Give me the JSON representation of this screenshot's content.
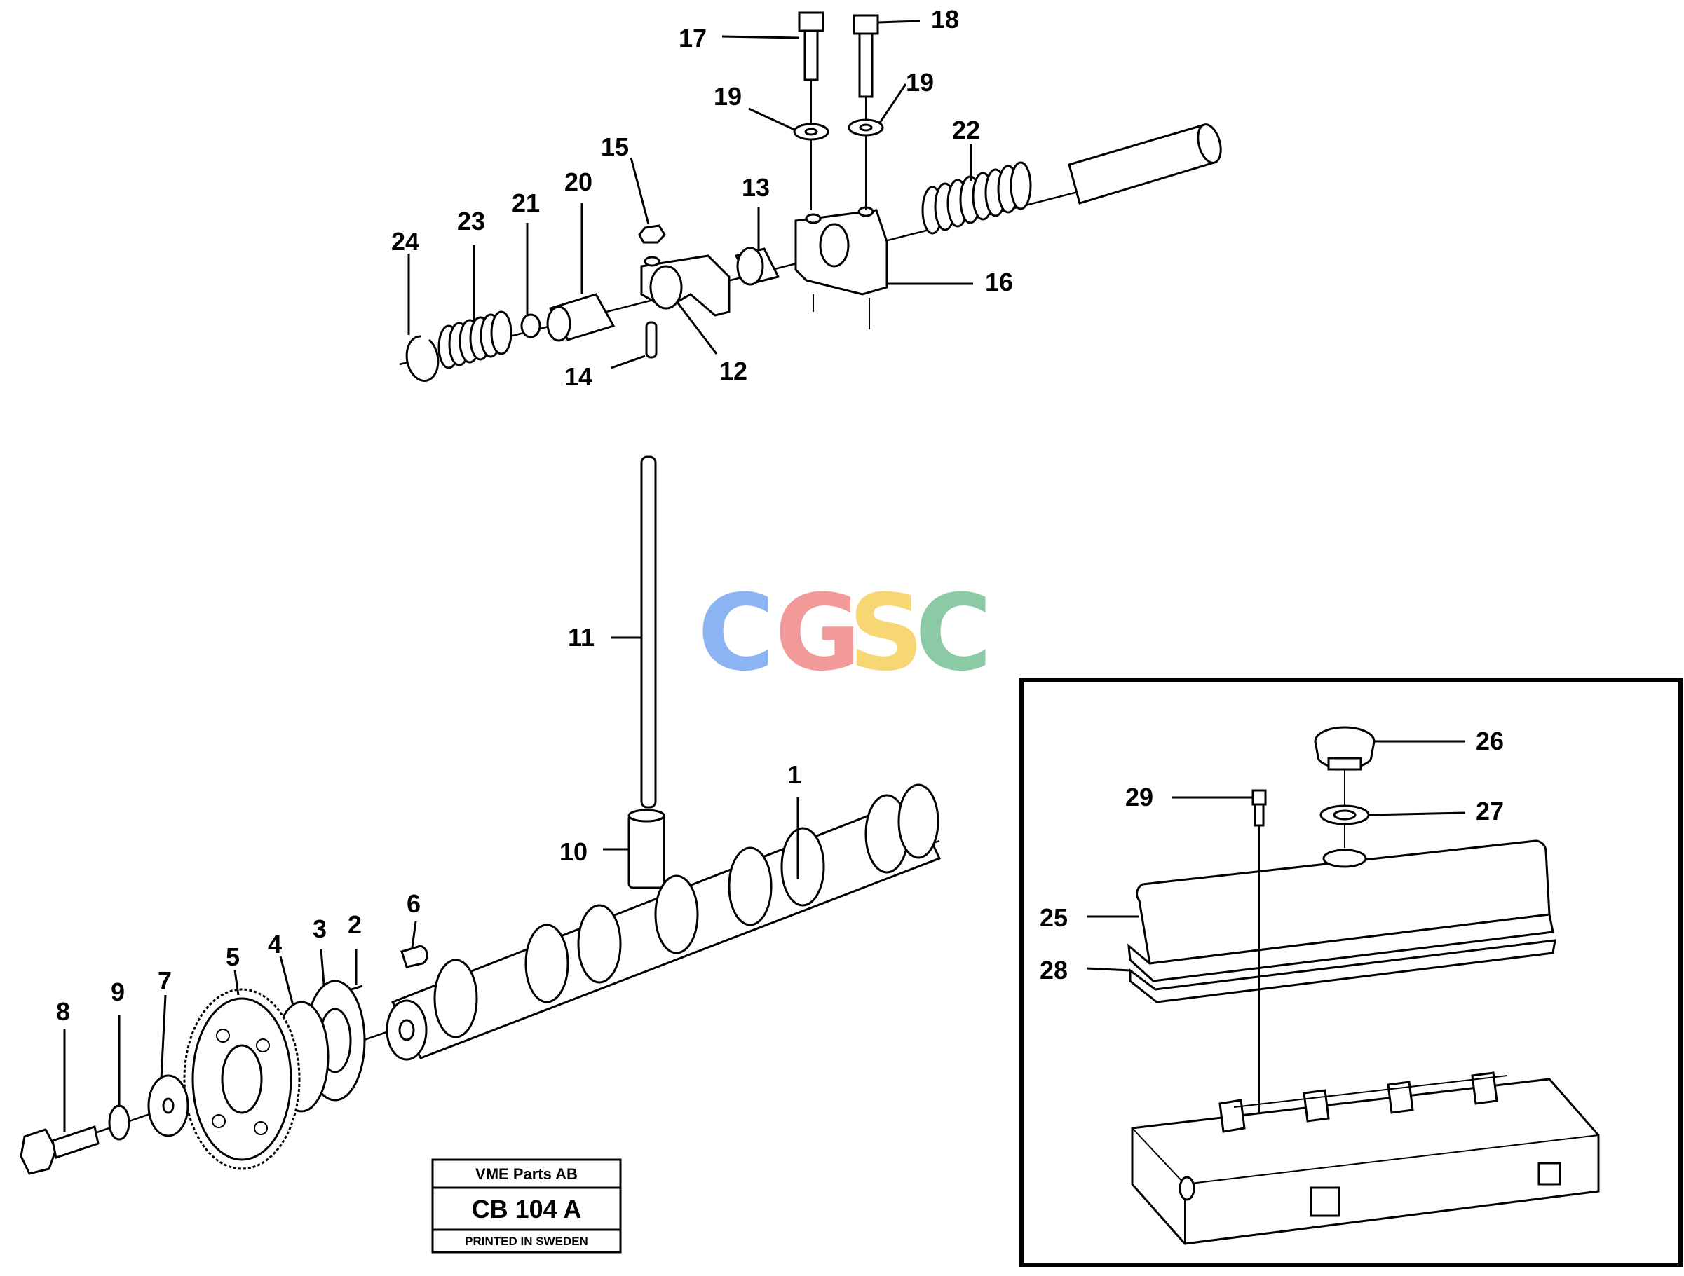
{
  "callouts": [
    "1",
    "2",
    "3",
    "4",
    "5",
    "6",
    "7",
    "8",
    "9",
    "10",
    "11",
    "12",
    "13",
    "14",
    "15",
    "16",
    "17",
    "18",
    "19",
    "19",
    "20",
    "21",
    "22",
    "23",
    "24",
    "25",
    "26",
    "27",
    "28",
    "29"
  ],
  "label_box": {
    "company": "VME Parts AB",
    "code": "CB 104 A",
    "footer": "PRINTED IN SWEDEN"
  },
  "watermark": {
    "letters": [
      "C",
      "G",
      "S",
      "C"
    ],
    "colors": [
      "#8db4f2",
      "#f29a9a",
      "#f7d774",
      "#8ccaa6"
    ]
  }
}
